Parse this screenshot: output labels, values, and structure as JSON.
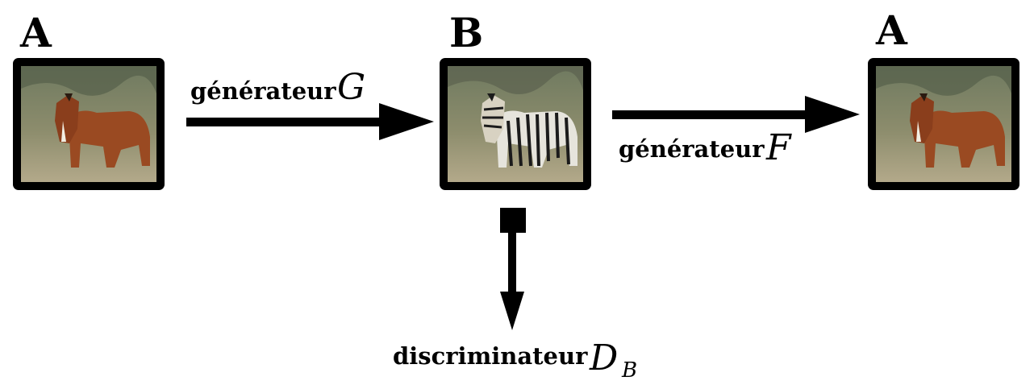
{
  "domains": {
    "source": "A",
    "target": "B",
    "reconstructed": "A"
  },
  "images": {
    "source": "horse-photo",
    "translated": "zebra-photo",
    "reconstructed": "horse-photo"
  },
  "generator_g": {
    "word": "générateur",
    "symbol": "G"
  },
  "generator_f": {
    "word": "générateur",
    "symbol": "F"
  },
  "discriminator": {
    "word": "discriminateur",
    "symbol": "D",
    "subscript": "B"
  }
}
